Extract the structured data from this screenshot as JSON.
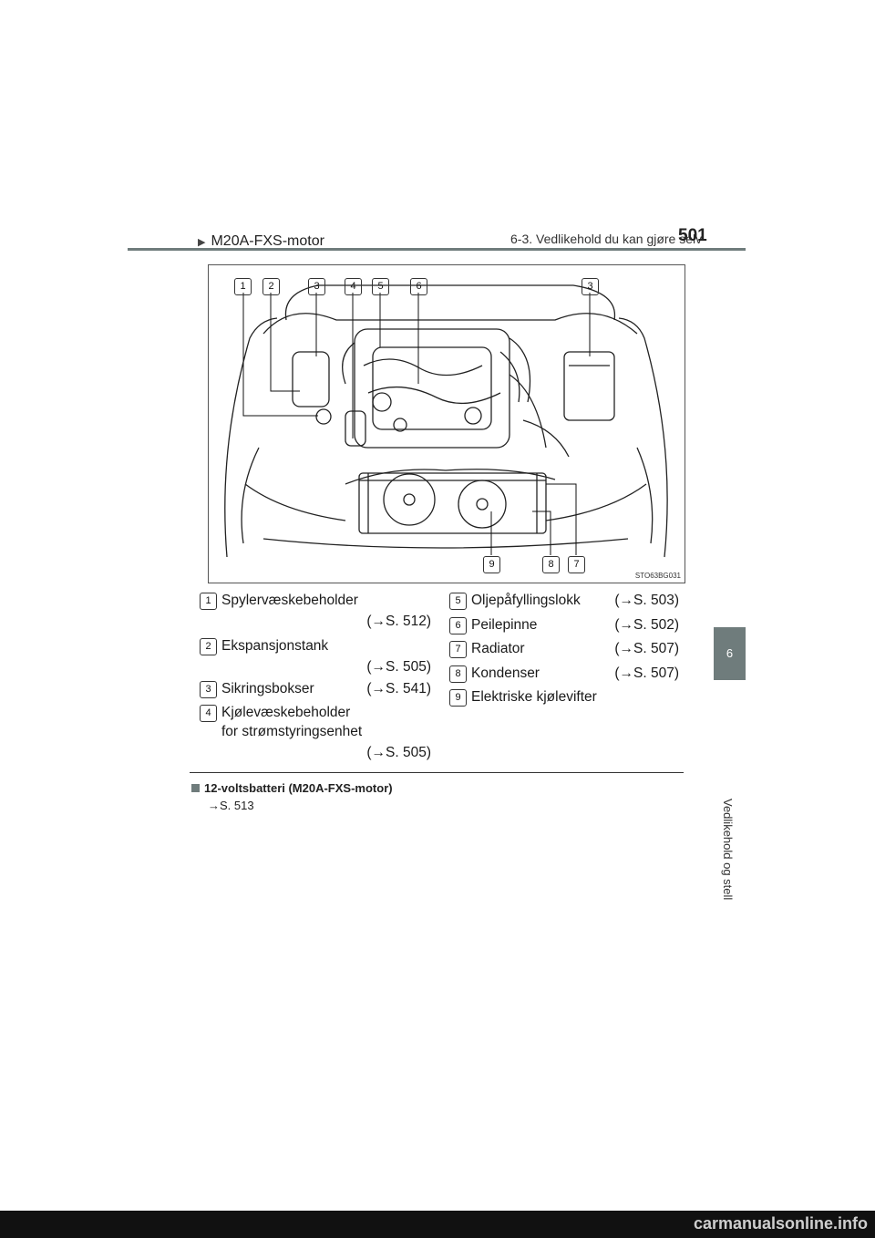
{
  "header": {
    "section_title": "6-3. Vedlikehold du kan gjøre selv",
    "page_number": "501"
  },
  "side_tab": {
    "chapter_number": "6",
    "chapter_title": "Vedlikehold og stell"
  },
  "section": {
    "marker": "▶",
    "title": "M20A-FXS-motor"
  },
  "figure": {
    "code": "STO63BG031",
    "callouts_top": [
      "1",
      "2",
      "3",
      "4",
      "5",
      "6",
      "3"
    ],
    "callouts_bottom": [
      "9",
      "8",
      "7"
    ]
  },
  "legend": {
    "left": [
      {
        "num": "1",
        "label": "Spylervæskebeholder",
        "label2": "",
        "ref": "(→S. 512)"
      },
      {
        "num": "2",
        "label": "Ekspansjonstank",
        "label2": "",
        "ref": "(→S. 505)"
      },
      {
        "num": "3",
        "label": "Sikringsbokser",
        "label2": "",
        "ref": "(→S. 541)"
      },
      {
        "num": "4",
        "label": "Kjølevæskebeholder",
        "label2": "for strømstyringsenhet",
        "ref": "(→S. 505)"
      }
    ],
    "right": [
      {
        "num": "5",
        "label": "Oljepåfyllingslokk",
        "ref": "(→S. 503)"
      },
      {
        "num": "6",
        "label": "Peilepinne",
        "ref": "(→S. 502)"
      },
      {
        "num": "7",
        "label": "Radiator",
        "ref": "(→S. 507)"
      },
      {
        "num": "8",
        "label": "Kondenser",
        "ref": "(→S. 507)"
      },
      {
        "num": "9",
        "label": "Elektriske kjølevifter",
        "ref": ""
      }
    ]
  },
  "note": {
    "title": "12-voltsbatteri (M20A-FXS-motor)",
    "ref": "→S. 513"
  },
  "footer": {
    "watermark": "carmanualsonline.info"
  }
}
